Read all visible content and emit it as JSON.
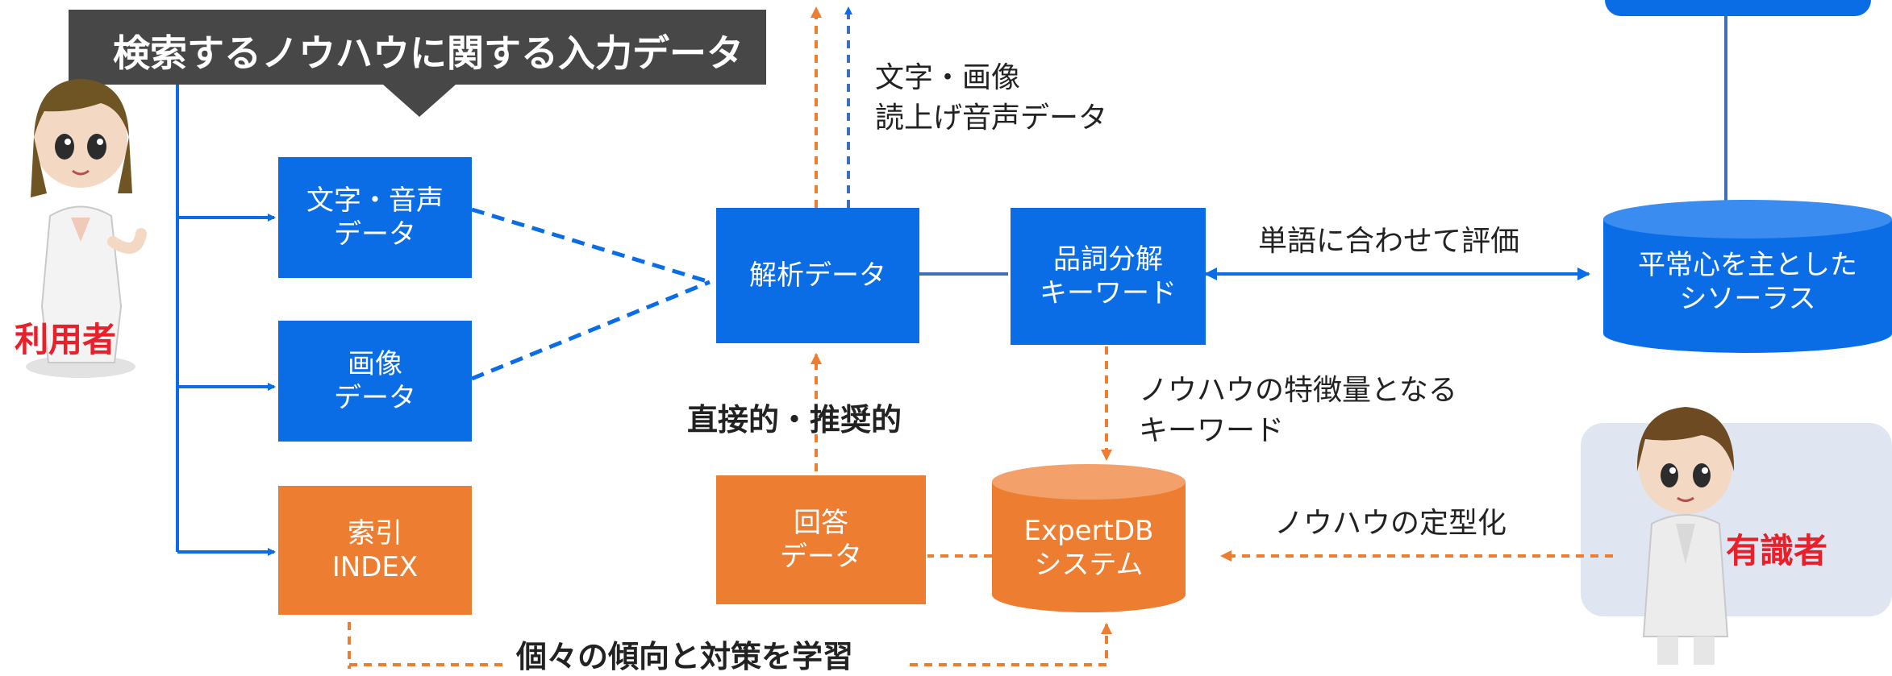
{
  "banner": {
    "text": "検索するノウハウに関する入力データ"
  },
  "user": {
    "label": "利用者"
  },
  "expert": {
    "label": "有識者"
  },
  "boxes": {
    "text_voice": "文字・音声\nデータ",
    "image": "画像\nデータ",
    "index": "索引\nINDEX",
    "analysis": "解析データ",
    "pos_keyword": "品詞分解\nキーワード",
    "thesaurus": "平常心を主とした\nシソーラス",
    "answer": "回答\nデータ",
    "expertdb": "ExpertDB\nシステム"
  },
  "labels": {
    "text_image_voice": "文字・画像\n読上げ音声データ",
    "evaluate_by_word": "単語に合わせて評価",
    "feature_keyword": "ノウハウの特徴量となる\nキーワード",
    "direct_recommend": "直接的・推奨的",
    "standardize": "ノウハウの定型化",
    "learn_trends": "個々の傾向と対策を学習"
  },
  "colors": {
    "blue": "#0a6de6",
    "orange": "#ed7d31",
    "dark_banner": "#474747",
    "name_red": "#e8202a"
  }
}
